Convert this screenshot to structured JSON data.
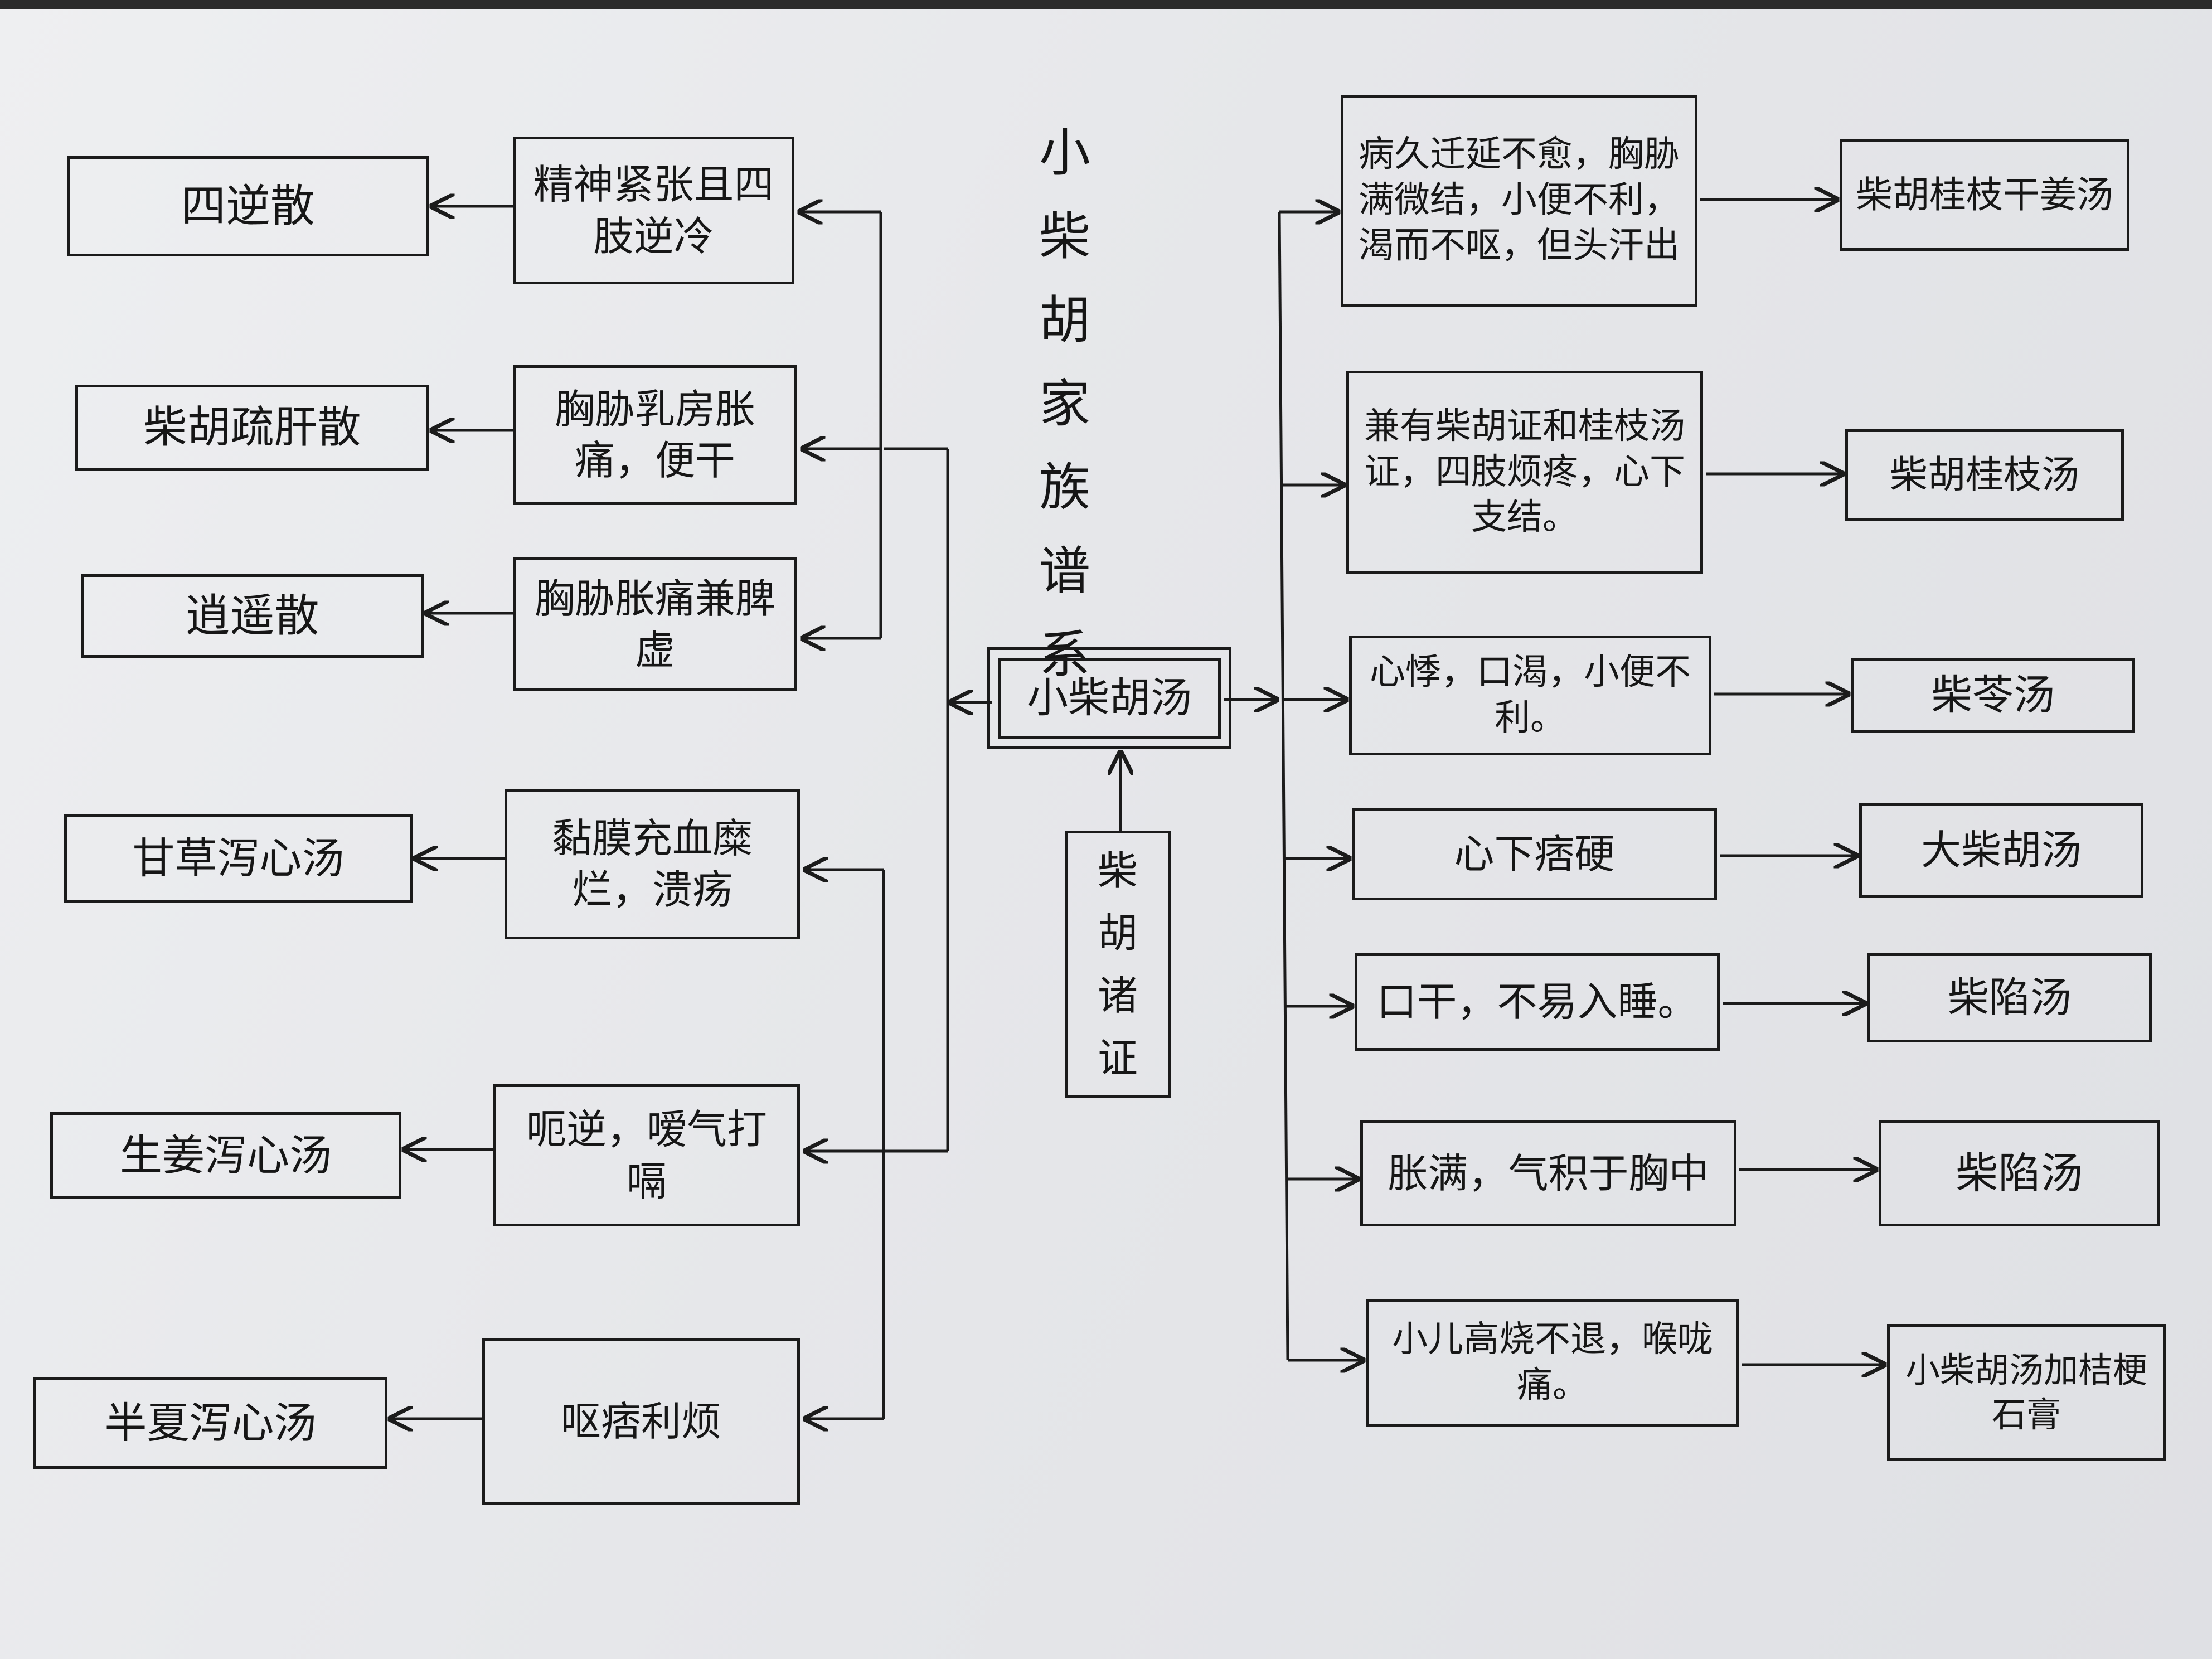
{
  "title": "小柴胡家族谱系",
  "center": {
    "formula": "小柴胡汤",
    "note": "柴胡诸证"
  },
  "left": [
    {
      "condition": "精神紧张且四肢逆冷",
      "formula": "四逆散"
    },
    {
      "condition": "胸胁乳房胀痛，便干",
      "formula": "柴胡疏肝散"
    },
    {
      "condition": "胸胁胀痛兼脾虚",
      "formula": "逍遥散"
    },
    {
      "condition": "黏膜充血糜烂，溃疡",
      "formula": "甘草泻心汤"
    },
    {
      "condition": "呃逆，嗳气打嗝",
      "formula": "生姜泻心汤"
    },
    {
      "condition": "呕痞利烦",
      "formula": "半夏泻心汤"
    }
  ],
  "right": [
    {
      "condition": "病久迁延不愈，胸胁满微结，小便不利，渴而不呕，但头汗出",
      "formula": "柴胡桂枝干姜汤"
    },
    {
      "condition": "兼有柴胡证和桂枝汤证，四肢烦疼，心下支结。",
      "formula": "柴胡桂枝汤"
    },
    {
      "condition": "心悸，口渴，小便不利。",
      "formula": "柴苓汤"
    },
    {
      "condition": "心下痞硬",
      "formula": "大柴胡汤"
    },
    {
      "condition": "口干，不易入睡。",
      "formula": "柴陷汤"
    },
    {
      "condition": "胀满，气积于胸中",
      "formula": "柴陷汤"
    },
    {
      "condition": "小儿高烧不退，喉咙痛。",
      "formula": "小柴胡汤加桔梗石膏"
    }
  ]
}
